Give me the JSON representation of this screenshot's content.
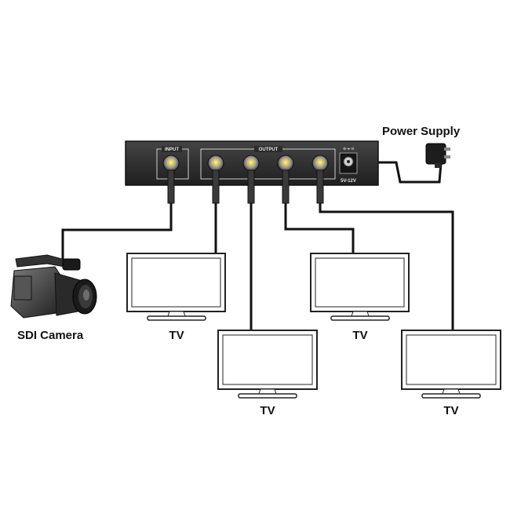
{
  "splitter": {
    "input_label": "INPUT",
    "output_label": "OUTPUT",
    "voltage_label": "5V-12V"
  },
  "labels": {
    "power_supply": "Power Supply",
    "camera": "SDI Camera",
    "tv": "TV"
  },
  "colors": {
    "device_body": "#2b2b2b",
    "cable": "#111111",
    "outline": "#222222"
  },
  "icons": {
    "camera": "camcorder-icon",
    "power": "power-adapter-icon",
    "tv": "tv-monitor-icon",
    "connector": "bnc-connector-icon"
  }
}
